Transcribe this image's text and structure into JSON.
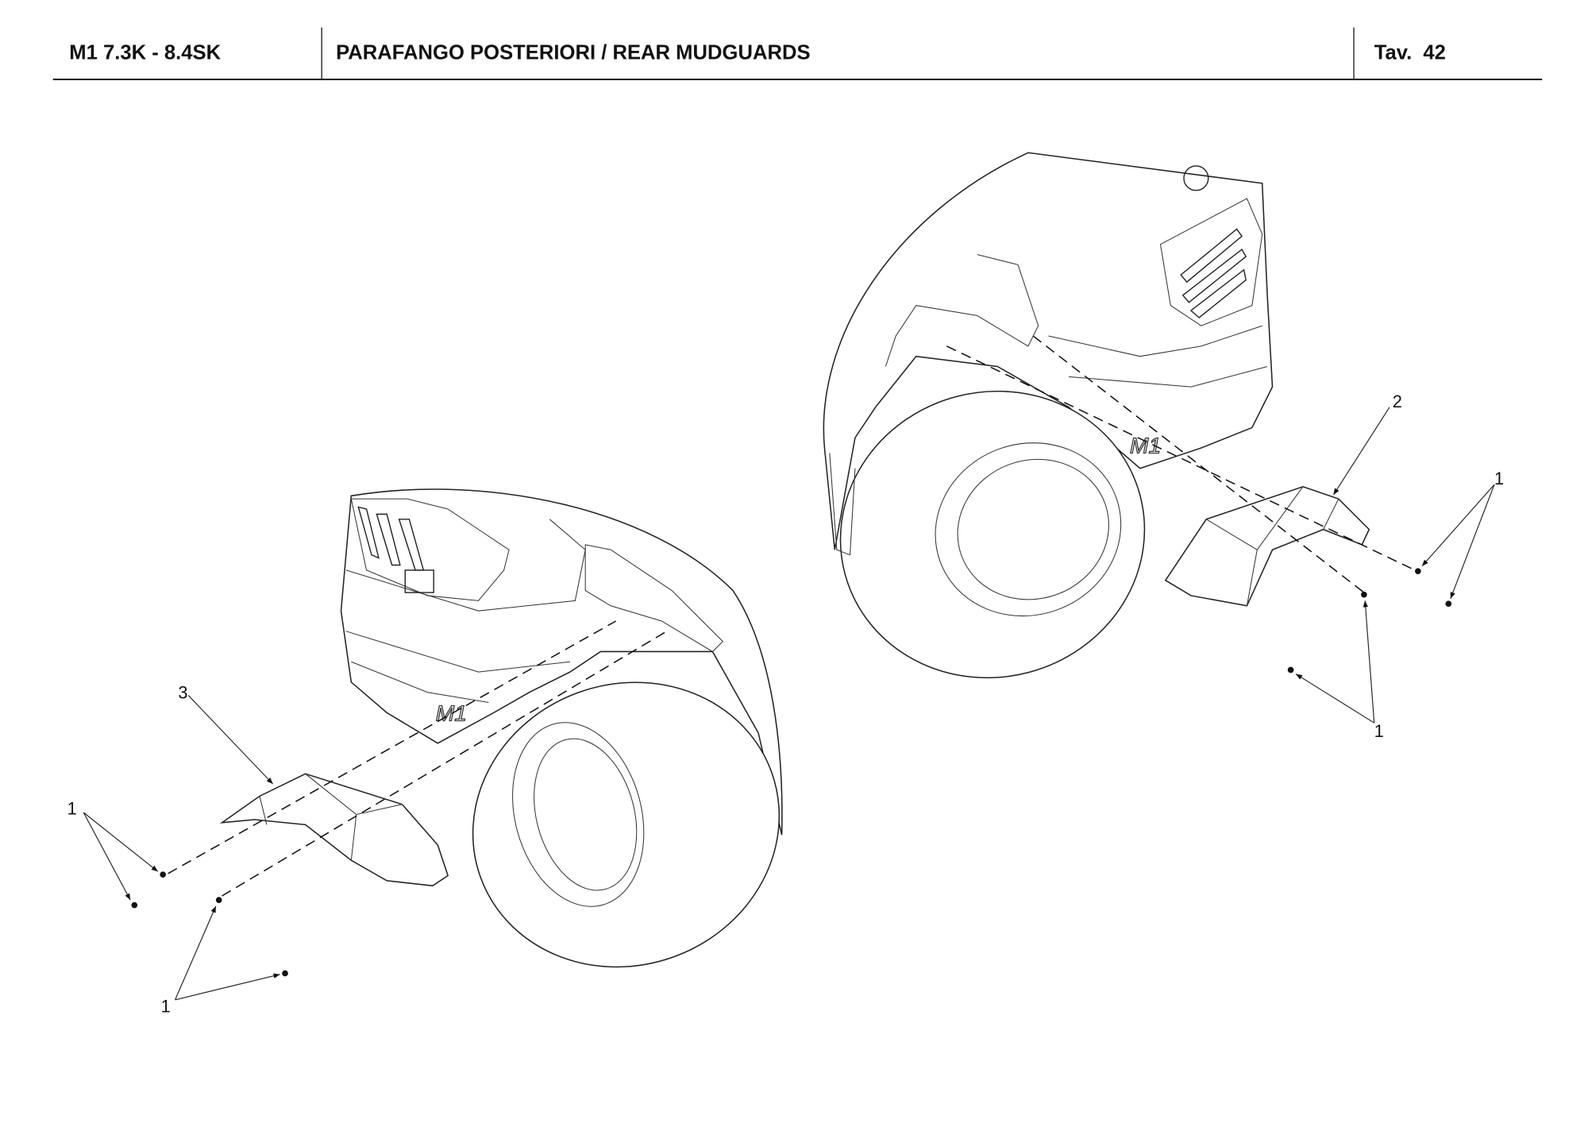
{
  "header": {
    "model": "M1 7.3K - 8.4SK",
    "title": "PARAFANGO POSTERIORI / REAR MUDGUARDS",
    "table": "Tav.  42"
  },
  "callouts": {
    "left_mudguard": "3",
    "left_screw_upper": "1",
    "left_screw_lower": "1",
    "right_mudguard": "2",
    "right_screw_upper": "1",
    "right_screw_lower": "1"
  },
  "logo": {
    "text": "M1"
  }
}
